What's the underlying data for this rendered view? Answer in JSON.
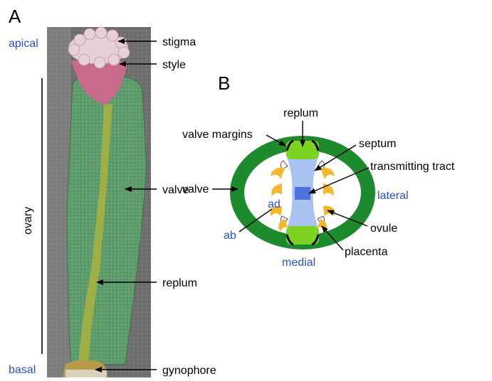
{
  "panels": {
    "a": "A",
    "b": "B"
  },
  "panel_a": {
    "axis_labels": {
      "apical": "apical",
      "basal": "basal",
      "ovary": "ovary"
    },
    "labels": {
      "stigma": "stigma",
      "style": "style",
      "valve": "valve",
      "replum": "replum",
      "gynophore": "gynophore"
    }
  },
  "panel_b": {
    "labels": {
      "replum": "replum",
      "valve_margins": "valve margins",
      "septum": "septum",
      "transmitting_tract": "transmitting tract",
      "valve": "valve",
      "ovule": "ovule",
      "placenta": "placenta"
    },
    "axis_labels": {
      "lateral": "lateral",
      "medial": "medial",
      "ad": "ad",
      "ab": "ab"
    }
  },
  "colors": {
    "valve_green": "#1e8a2e",
    "replum_green": "#7ed321",
    "septum_blue": "#a9c2f2",
    "tract_blue": "#4a74d9",
    "ovule_yellow": "#f5b82a",
    "stigma_pink": "#e8cfd8",
    "style_pink": "#c86a8c",
    "label_blue": "#2b4fd6"
  }
}
